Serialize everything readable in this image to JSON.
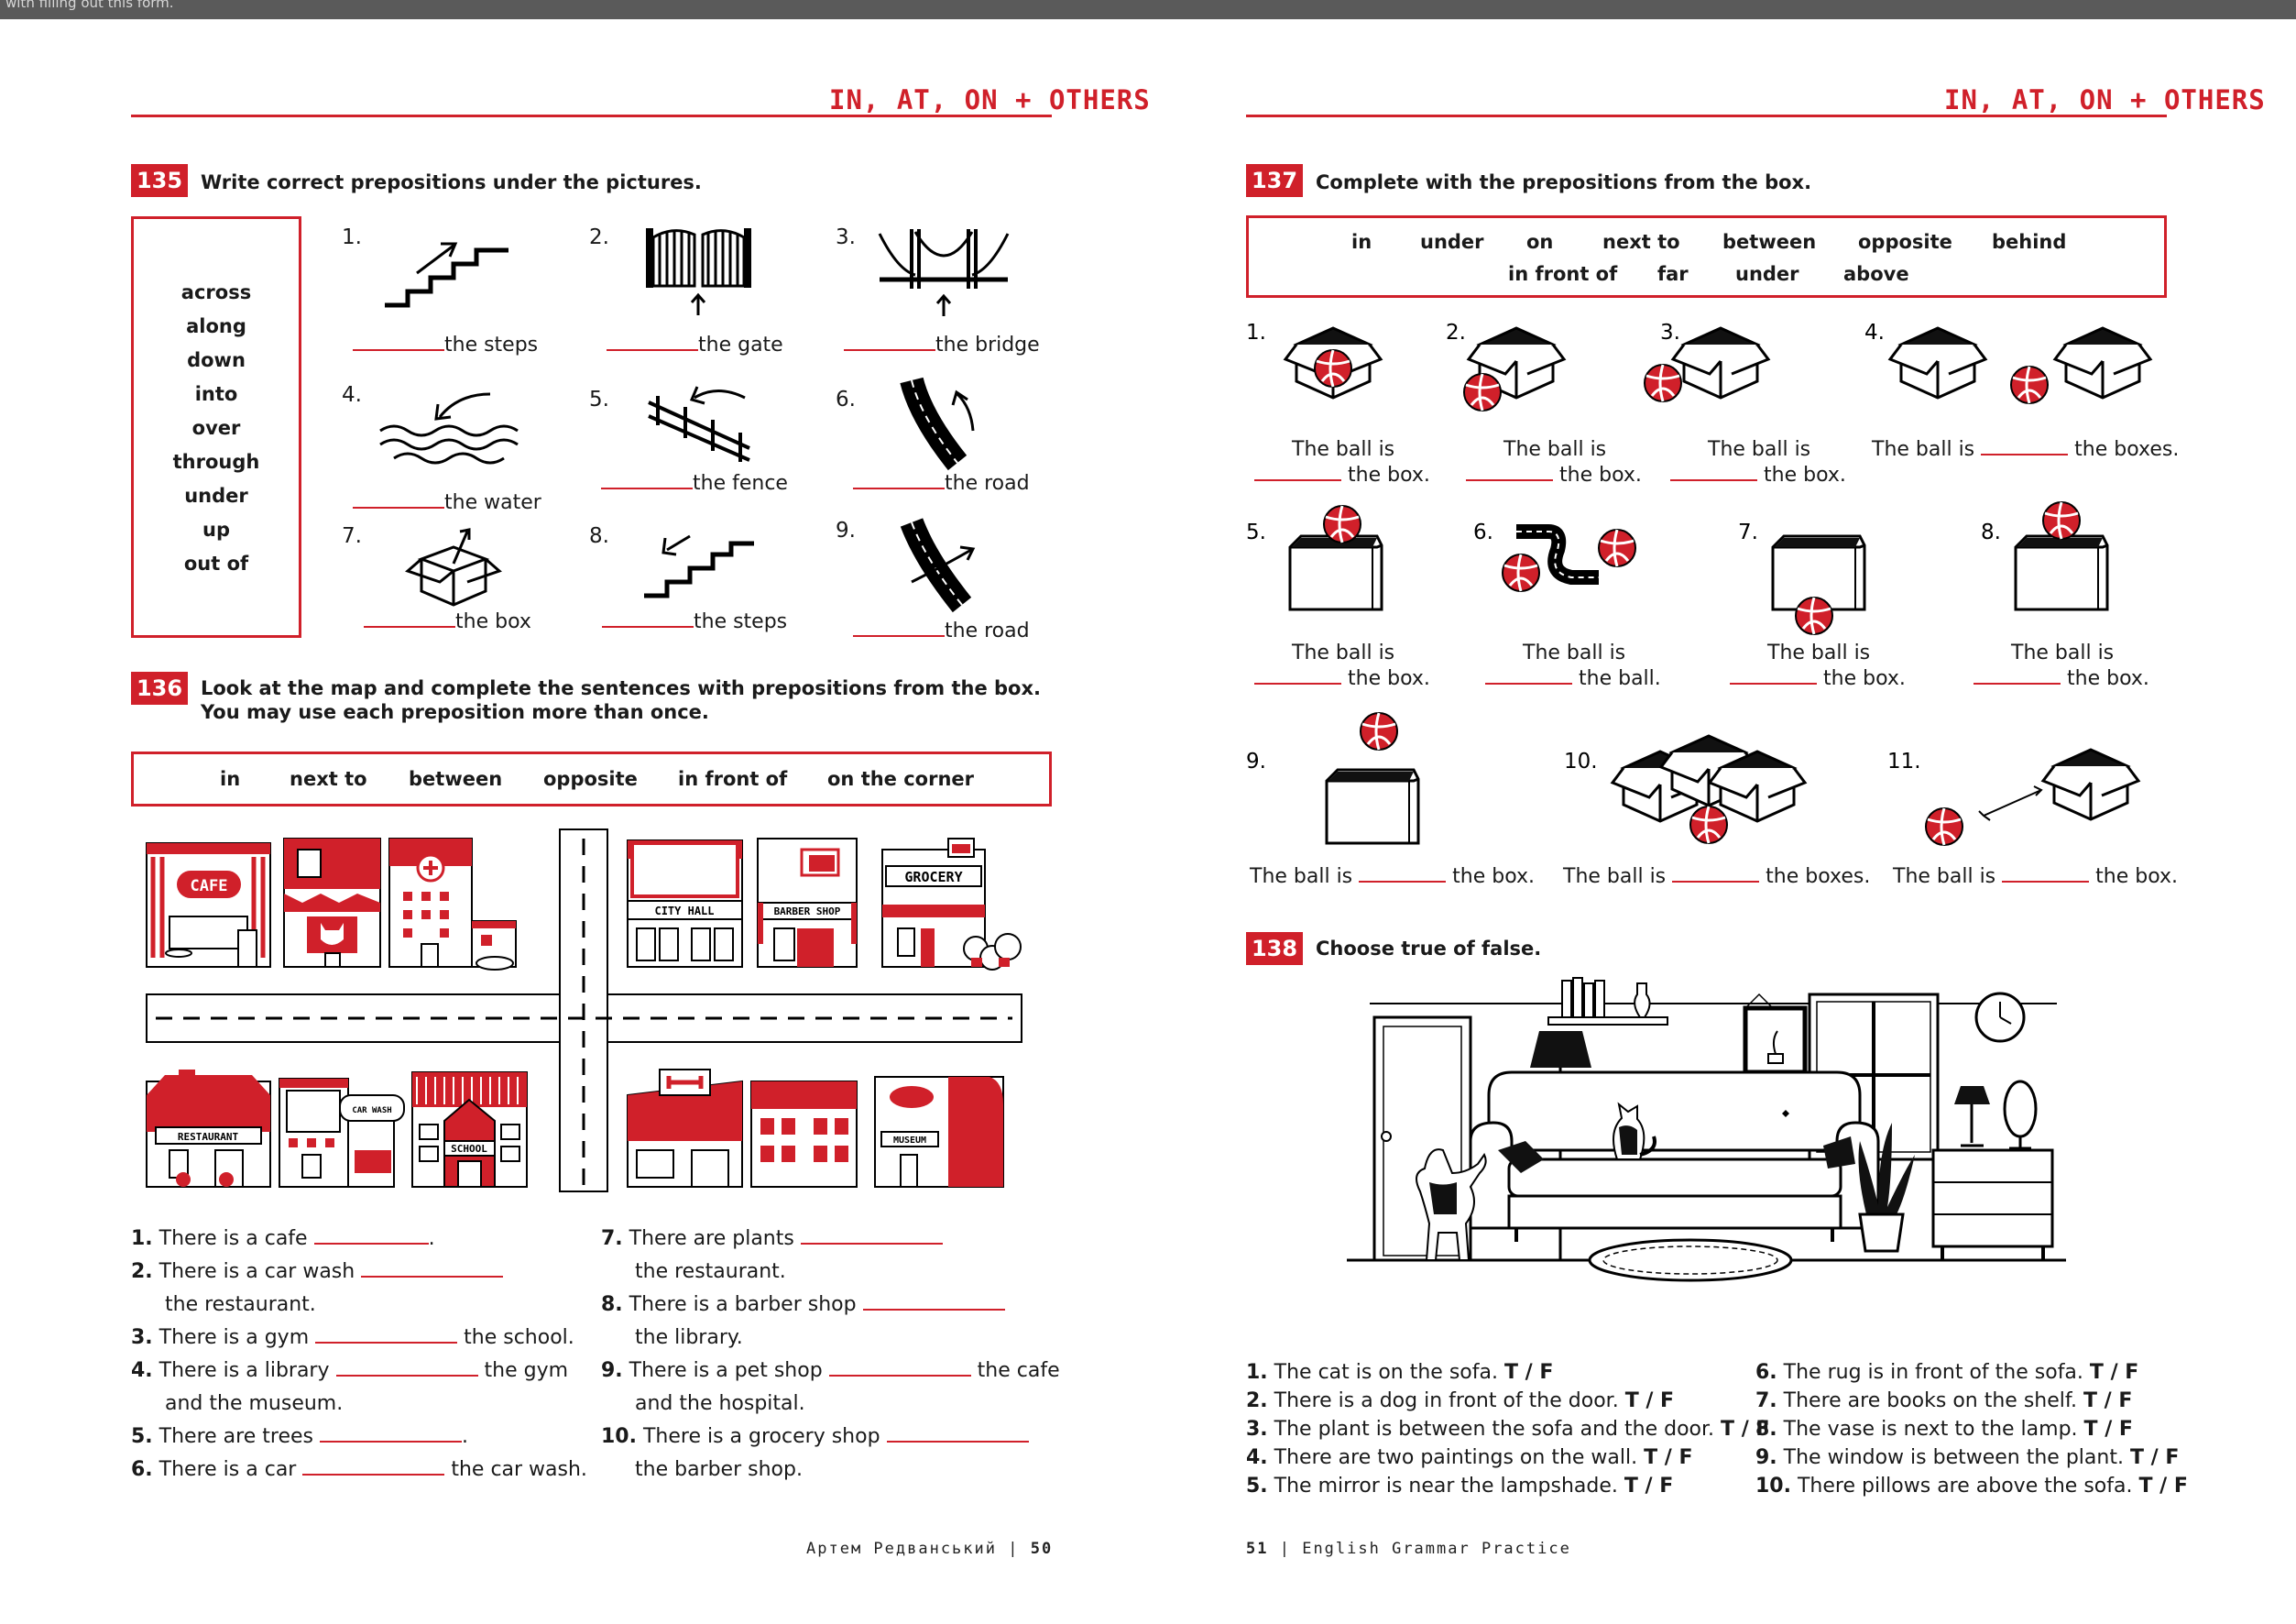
{
  "topbar_text": "with filling out this form.",
  "header": "IN, AT, ON + OTHERS",
  "ex135": {
    "num": "135",
    "instruction": "Write correct prepositions under the pictures.",
    "words": [
      "across",
      "along",
      "down",
      "into",
      "over",
      "through",
      "under",
      "up",
      "out of"
    ],
    "items": [
      {
        "n": "1.",
        "text": "the steps"
      },
      {
        "n": "2.",
        "text": "the gate"
      },
      {
        "n": "3.",
        "text": "the bridge"
      },
      {
        "n": "4.",
        "text": "the water"
      },
      {
        "n": "5.",
        "text": "the fence"
      },
      {
        "n": "6.",
        "text": "the road"
      },
      {
        "n": "7.",
        "text": "the box"
      },
      {
        "n": "8.",
        "text": "the steps"
      },
      {
        "n": "9.",
        "text": "the road"
      }
    ]
  },
  "ex136": {
    "num": "136",
    "instruction1": "Look at the map and complete the sentences with prepositions from the box.",
    "instruction2": "You may use each preposition more than once.",
    "words": [
      "in",
      "next to",
      "between",
      "opposite",
      "in front of",
      "on the corner"
    ],
    "signs": {
      "cafe": "CAFE",
      "city_hall": "CITY HALL",
      "barber": "BARBER SHOP",
      "grocery": "GROCERY",
      "restaurant": "RESTAURANT",
      "car_wash": "CAR WASH",
      "school": "SCHOOL",
      "museum": "MUSEUM"
    },
    "sentences": [
      {
        "n": "1.",
        "a": "There is a cafe",
        "b": ".",
        "c": ""
      },
      {
        "n": "2.",
        "a": "There is a car wash",
        "b": "",
        "c": "the restaurant."
      },
      {
        "n": "3.",
        "a": "There is a gym",
        "b": "the school.",
        "c": ""
      },
      {
        "n": "4.",
        "a": "There is a library",
        "b": "the gym",
        "c": "and the museum."
      },
      {
        "n": "5.",
        "a": "There are trees",
        "b": ".",
        "c": ""
      },
      {
        "n": "6.",
        "a": "There is a car",
        "b": "the car wash.",
        "c": ""
      },
      {
        "n": "7.",
        "a": "There are plants",
        "b": "",
        "c": "the restaurant."
      },
      {
        "n": "8.",
        "a": "There is a barber shop",
        "b": "",
        "c": "the library."
      },
      {
        "n": "9.",
        "a": "There is a pet shop",
        "b": "the cafe",
        "c": "and the hospital."
      },
      {
        "n": "10.",
        "a": "There is a grocery shop",
        "b": "",
        "c": "the barber shop."
      }
    ]
  },
  "ex137": {
    "num": "137",
    "instruction": "Complete with the prepositions from the box.",
    "words_row1": [
      "in",
      "under",
      "on",
      "next to",
      "between",
      "opposite",
      "behind"
    ],
    "words_row2": [
      "in front of",
      "far",
      "under",
      "above"
    ],
    "items": [
      {
        "n": "1.",
        "l1": "The ball is",
        "l2": "the box."
      },
      {
        "n": "2.",
        "l1": "The ball is",
        "l2": "the box."
      },
      {
        "n": "3.",
        "l1": "The ball is",
        "l2": "the box."
      },
      {
        "n": "4.",
        "l1": "The ball is",
        "l2": "the boxes."
      },
      {
        "n": "5.",
        "l1": "The ball is",
        "l2": "the box."
      },
      {
        "n": "6.",
        "l1": "The ball is",
        "l2": "the ball."
      },
      {
        "n": "7.",
        "l1": "The ball is",
        "l2": "the box."
      },
      {
        "n": "8.",
        "l1": "The ball is",
        "l2": "the box."
      },
      {
        "n": "9.",
        "l1": "The ball is",
        "l2": "the box."
      },
      {
        "n": "10.",
        "l1": "The ball is",
        "l2": "the boxes."
      },
      {
        "n": "11.",
        "l1": "The ball is",
        "l2": "the box."
      }
    ]
  },
  "ex138": {
    "num": "138",
    "instruction": "Choose true of false.",
    "tf": "T / F",
    "statements": [
      {
        "n": "1.",
        "text": "The cat is on the sofa."
      },
      {
        "n": "2.",
        "text": "There is a dog in front of the door."
      },
      {
        "n": "3.",
        "text": "The plant is between the sofa and the door."
      },
      {
        "n": "4.",
        "text": "There are two paintings on the wall."
      },
      {
        "n": "5.",
        "text": "The mirror is near the lampshade."
      },
      {
        "n": "6.",
        "text": "The rug is in front of the sofa."
      },
      {
        "n": "7.",
        "text": "There are books on the shelf."
      },
      {
        "n": "8.",
        "text": "The vase is next to the lamp."
      },
      {
        "n": "9.",
        "text": "The window is between the plant."
      },
      {
        "n": "10.",
        "text": "There pillows are above the sofa."
      }
    ]
  },
  "footer_left": {
    "author": "Артем Редванський",
    "page": "50"
  },
  "footer_right": {
    "page": "51",
    "title": "English Grammar Practice"
  }
}
